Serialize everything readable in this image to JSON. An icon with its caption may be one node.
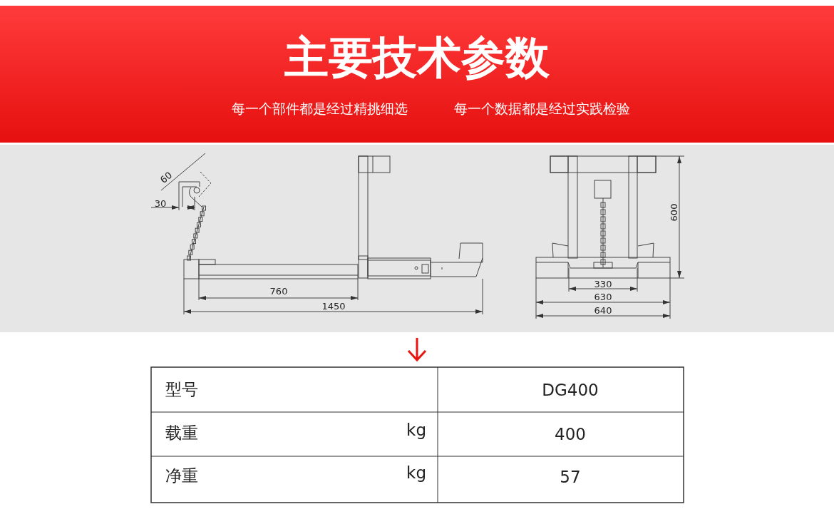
{
  "diagram": {
    "title": "主要技术参数",
    "labels": [
      "每一个部件都是经过精挑细选",
      "每一个数据都是经过实践检验",
      "60",
      "30",
      "760",
      "1450",
      "600",
      "330",
      "630",
      "640",
      "型号",
      "DG400",
      "载重",
      "kg",
      "400",
      "净重",
      "kg",
      "57"
    ]
  }
}
